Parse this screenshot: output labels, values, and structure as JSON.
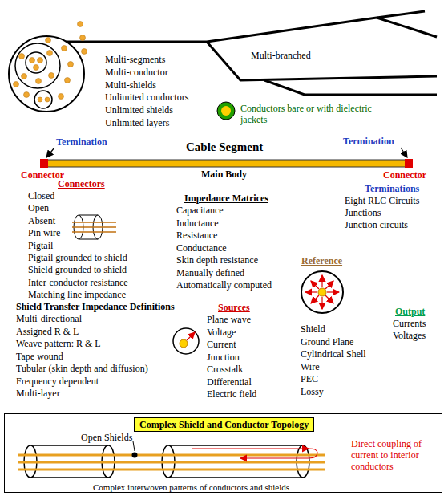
{
  "diagram": {
    "nodes": [
      {
        "text": [
          "Cable Segment",
          "Main Body"
        ]
      },
      {
        "text": [
          "Complex Shield and Conductor Topology",
          "Open Shields",
          "Direct coupling of current to interior conductors",
          "Complex interwoven patterns of conductors and shields"
        ]
      }
    ],
    "labels": [
      "Multi-segments",
      "Multi-conductor",
      "Multi-shields",
      "Unlimited conductors",
      "Unlimited shields",
      "Unlimited layers",
      "Multi-branched",
      "Conductors bare or with dielectric jackets",
      "Termination",
      "Termination",
      "Connector",
      "Connector",
      "Connectors",
      "Closed",
      "Open",
      "Absent",
      "Pin wire",
      "Pigtail",
      "Pigtail grounded to shield",
      "Shield grounded to shield",
      "Inter-conductor resistance",
      "Matching line impedance",
      "Impedance Matrices",
      "Capacitance",
      "Inductance",
      "Resistance",
      "Conductance",
      "Skin depth resistance",
      "Manually defined",
      "Automatically computed",
      "Terminations",
      "Eight RLC Circuits",
      "Junctions",
      "Junction circuits",
      "Reference",
      "Shield Transfer Impedance Definitions",
      "Multi-directional",
      "Assigned R & L",
      "Weave pattern: R & L",
      "Tape wound",
      "Tubular (skin depth and diffusion)",
      "Frequency dependent",
      "Multi-layer",
      "Sources",
      "Plane wave",
      "Voltage",
      "Current",
      "Junction",
      "Crosstalk",
      "Differential",
      "Electric field",
      "Output",
      "Currents",
      "Voltages",
      "Shield",
      "Ground Plane",
      "Cylindrical Shell",
      "Wire",
      "PEC",
      "Lossy"
    ]
  }
}
